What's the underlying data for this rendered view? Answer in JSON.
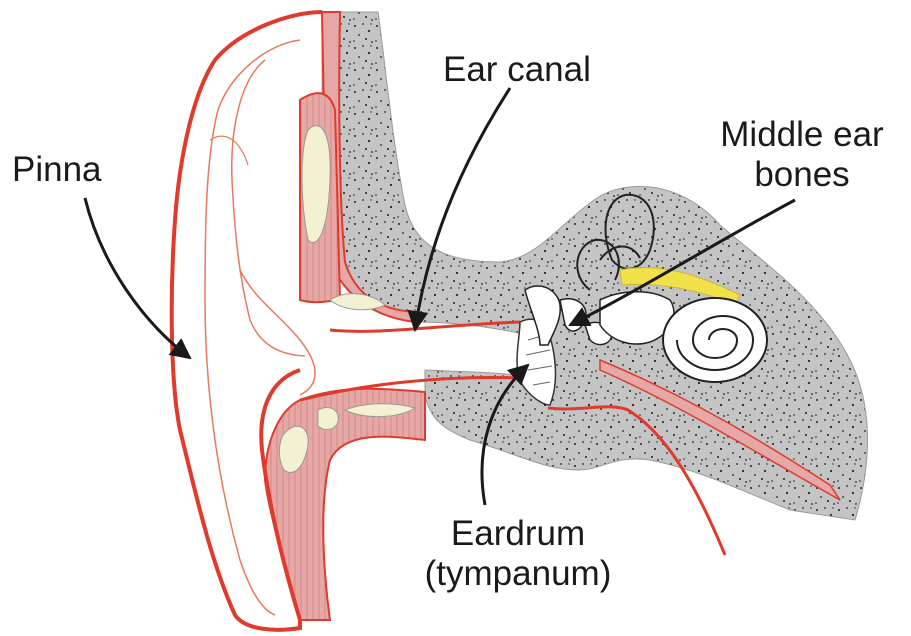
{
  "labels": {
    "pinna": "Pinna",
    "ear_canal": "Ear canal",
    "middle_ear_bones_line1": "Middle ear",
    "middle_ear_bones_line2": "bones",
    "eardrum_line1": "Eardrum",
    "eardrum_line2": "(tympanum)"
  },
  "colors": {
    "outline": "#e03a2c",
    "cartilage": "#e6a7a7",
    "bone_grey": "#c4c4c4",
    "cavity": "#f4f1d2",
    "ossicle_yellow": "#f0e04a",
    "text": "#1a1a1a"
  }
}
